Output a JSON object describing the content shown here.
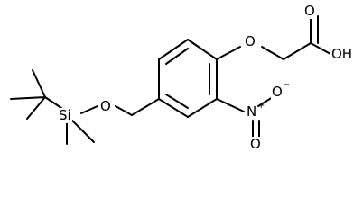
{
  "molecule": {
    "atoms": {
      "carbonyl_oxygen": "O",
      "acid_hydroxyl": "OH",
      "ether_oxygen_aryl": "O",
      "ether_oxygen_silyl": "O",
      "silicon": "Si",
      "nitro_nitrogen": "N",
      "nitro_nitrogen_charge": "+",
      "nitro_oxygen_top": "O",
      "nitro_oxygen_top_charge": "−",
      "nitro_oxygen_bottom": "O"
    }
  }
}
